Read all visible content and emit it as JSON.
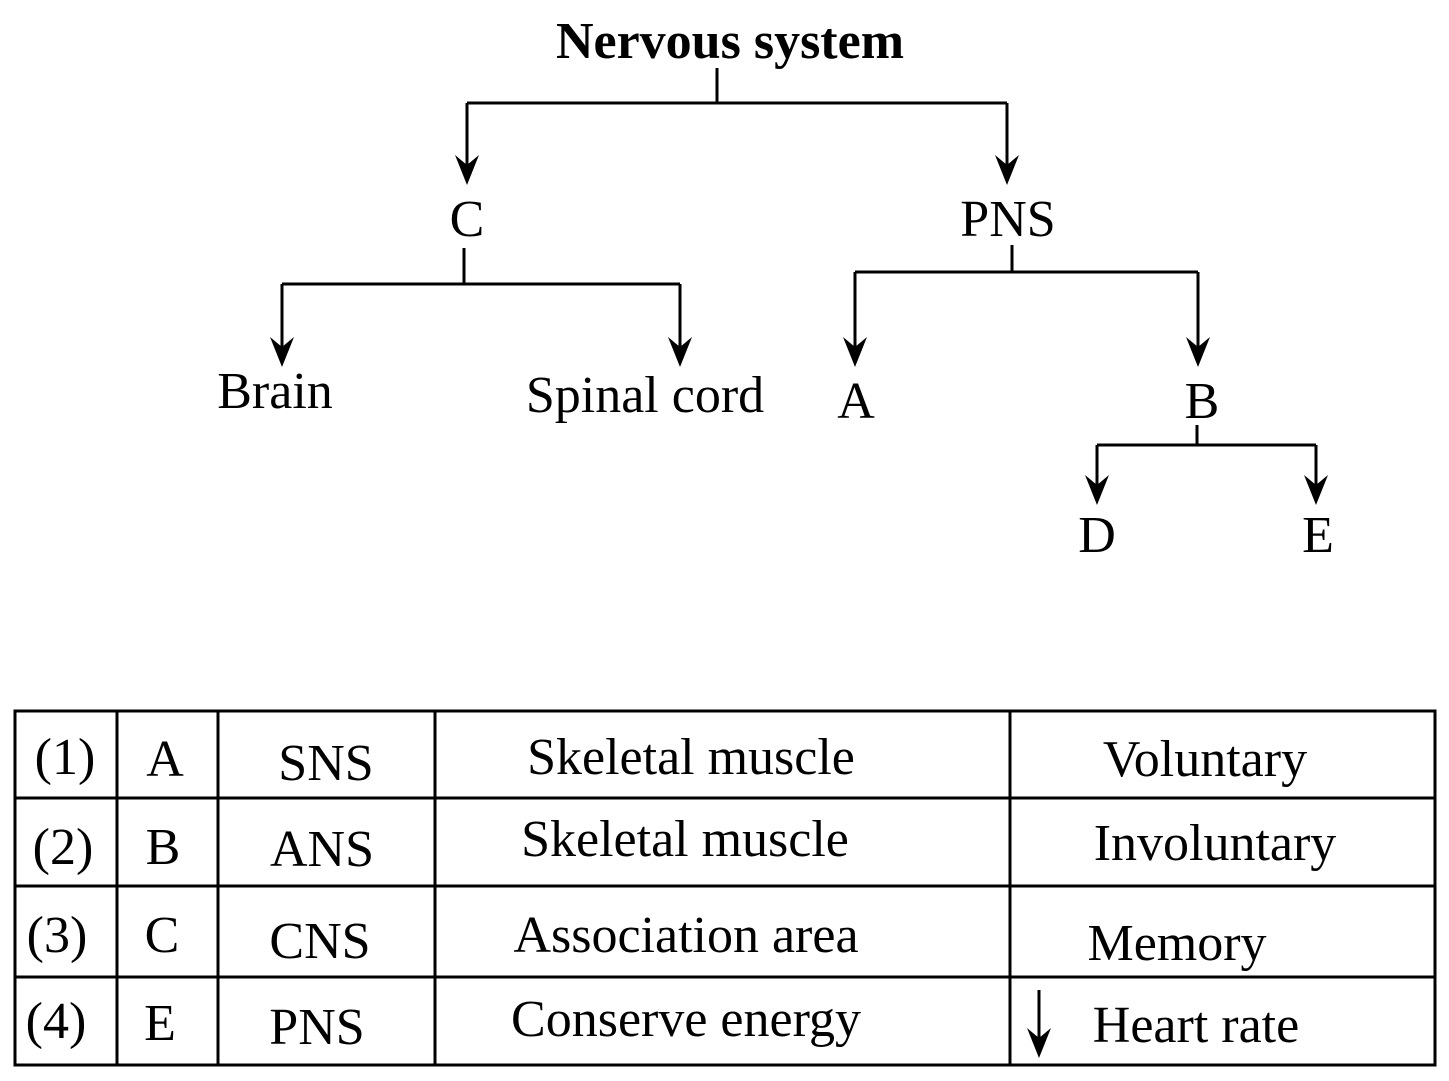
{
  "tree": {
    "root": "Nervous system",
    "left": {
      "label": "C",
      "children": [
        "Brain",
        "Spinal cord"
      ]
    },
    "right": {
      "label": "PNS",
      "children": [
        "A",
        "B"
      ],
      "b_children": [
        "D",
        "E"
      ]
    }
  },
  "options": [
    {
      "num": "(1)",
      "letter": "A",
      "system": "SNS",
      "target": "Skeletal muscle",
      "property": "Voluntary"
    },
    {
      "num": "(2)",
      "letter": "B",
      "system": "ANS",
      "target": "Skeletal muscle",
      "property": "Involuntary"
    },
    {
      "num": "(3)",
      "letter": "C",
      "system": "CNS",
      "target": "Association area",
      "property": "Memory"
    },
    {
      "num": "(4)",
      "letter": "E",
      "system": "PNS",
      "target": "Conserve energy",
      "property": "Heart rate",
      "property_icon": "down-arrow-icon"
    }
  ]
}
